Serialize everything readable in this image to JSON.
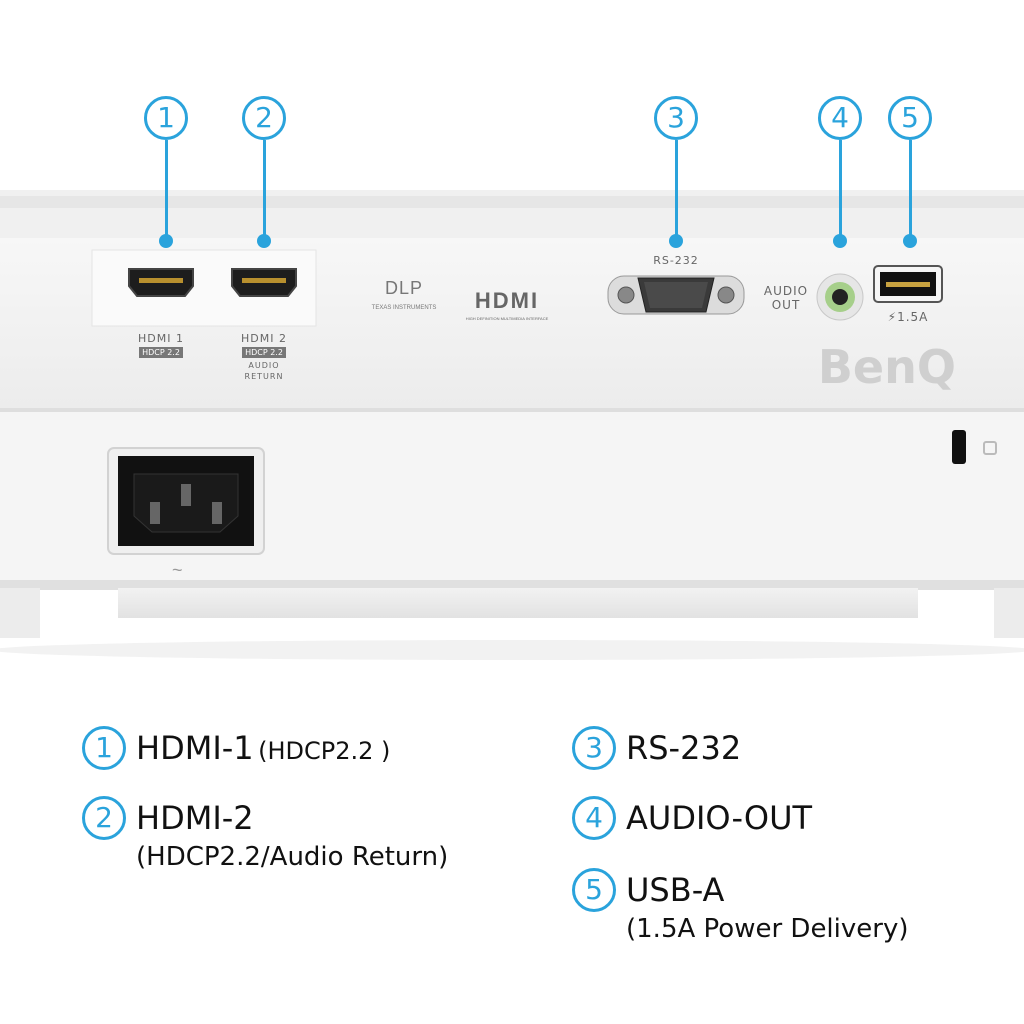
{
  "callouts": [
    "1",
    "2",
    "3",
    "4",
    "5"
  ],
  "ports": {
    "hdmi1_label": "HDMI 1",
    "hdmi1_hdcp": "HDCP 2.2",
    "hdmi2_label": "HDMI 2",
    "hdmi2_hdcp": "HDCP 2.2",
    "hdmi2_sub": "AUDIO RETURN",
    "rs232_label": "RS-232",
    "audio_label_1": "AUDIO",
    "audio_label_2": "OUT",
    "usb_label": "⚡1.5A"
  },
  "logos": {
    "dlp": "DLP",
    "dlp_sub": "TEXAS INSTRUMENTS",
    "hdmi": "HDMI",
    "hdmi_sub": "HIGH DEFINITION MULTIMEDIA INTERFACE",
    "brand": "BenQ"
  },
  "legend": [
    {
      "num": "1",
      "title": "HDMI-1",
      "title_paren": "(HDCP2.2 )",
      "sub": ""
    },
    {
      "num": "2",
      "title": "HDMI-2",
      "title_paren": "",
      "sub": "(HDCP2.2/Audio Return)"
    },
    {
      "num": "3",
      "title": "RS-232",
      "title_paren": "",
      "sub": ""
    },
    {
      "num": "4",
      "title": "AUDIO-OUT",
      "title_paren": "",
      "sub": ""
    },
    {
      "num": "5",
      "title": "USB-A",
      "title_paren": "",
      "sub": "(1.5A Power Delivery)"
    }
  ],
  "colors": {
    "accent": "#2aa3dc",
    "body": "#f4f4f4"
  }
}
